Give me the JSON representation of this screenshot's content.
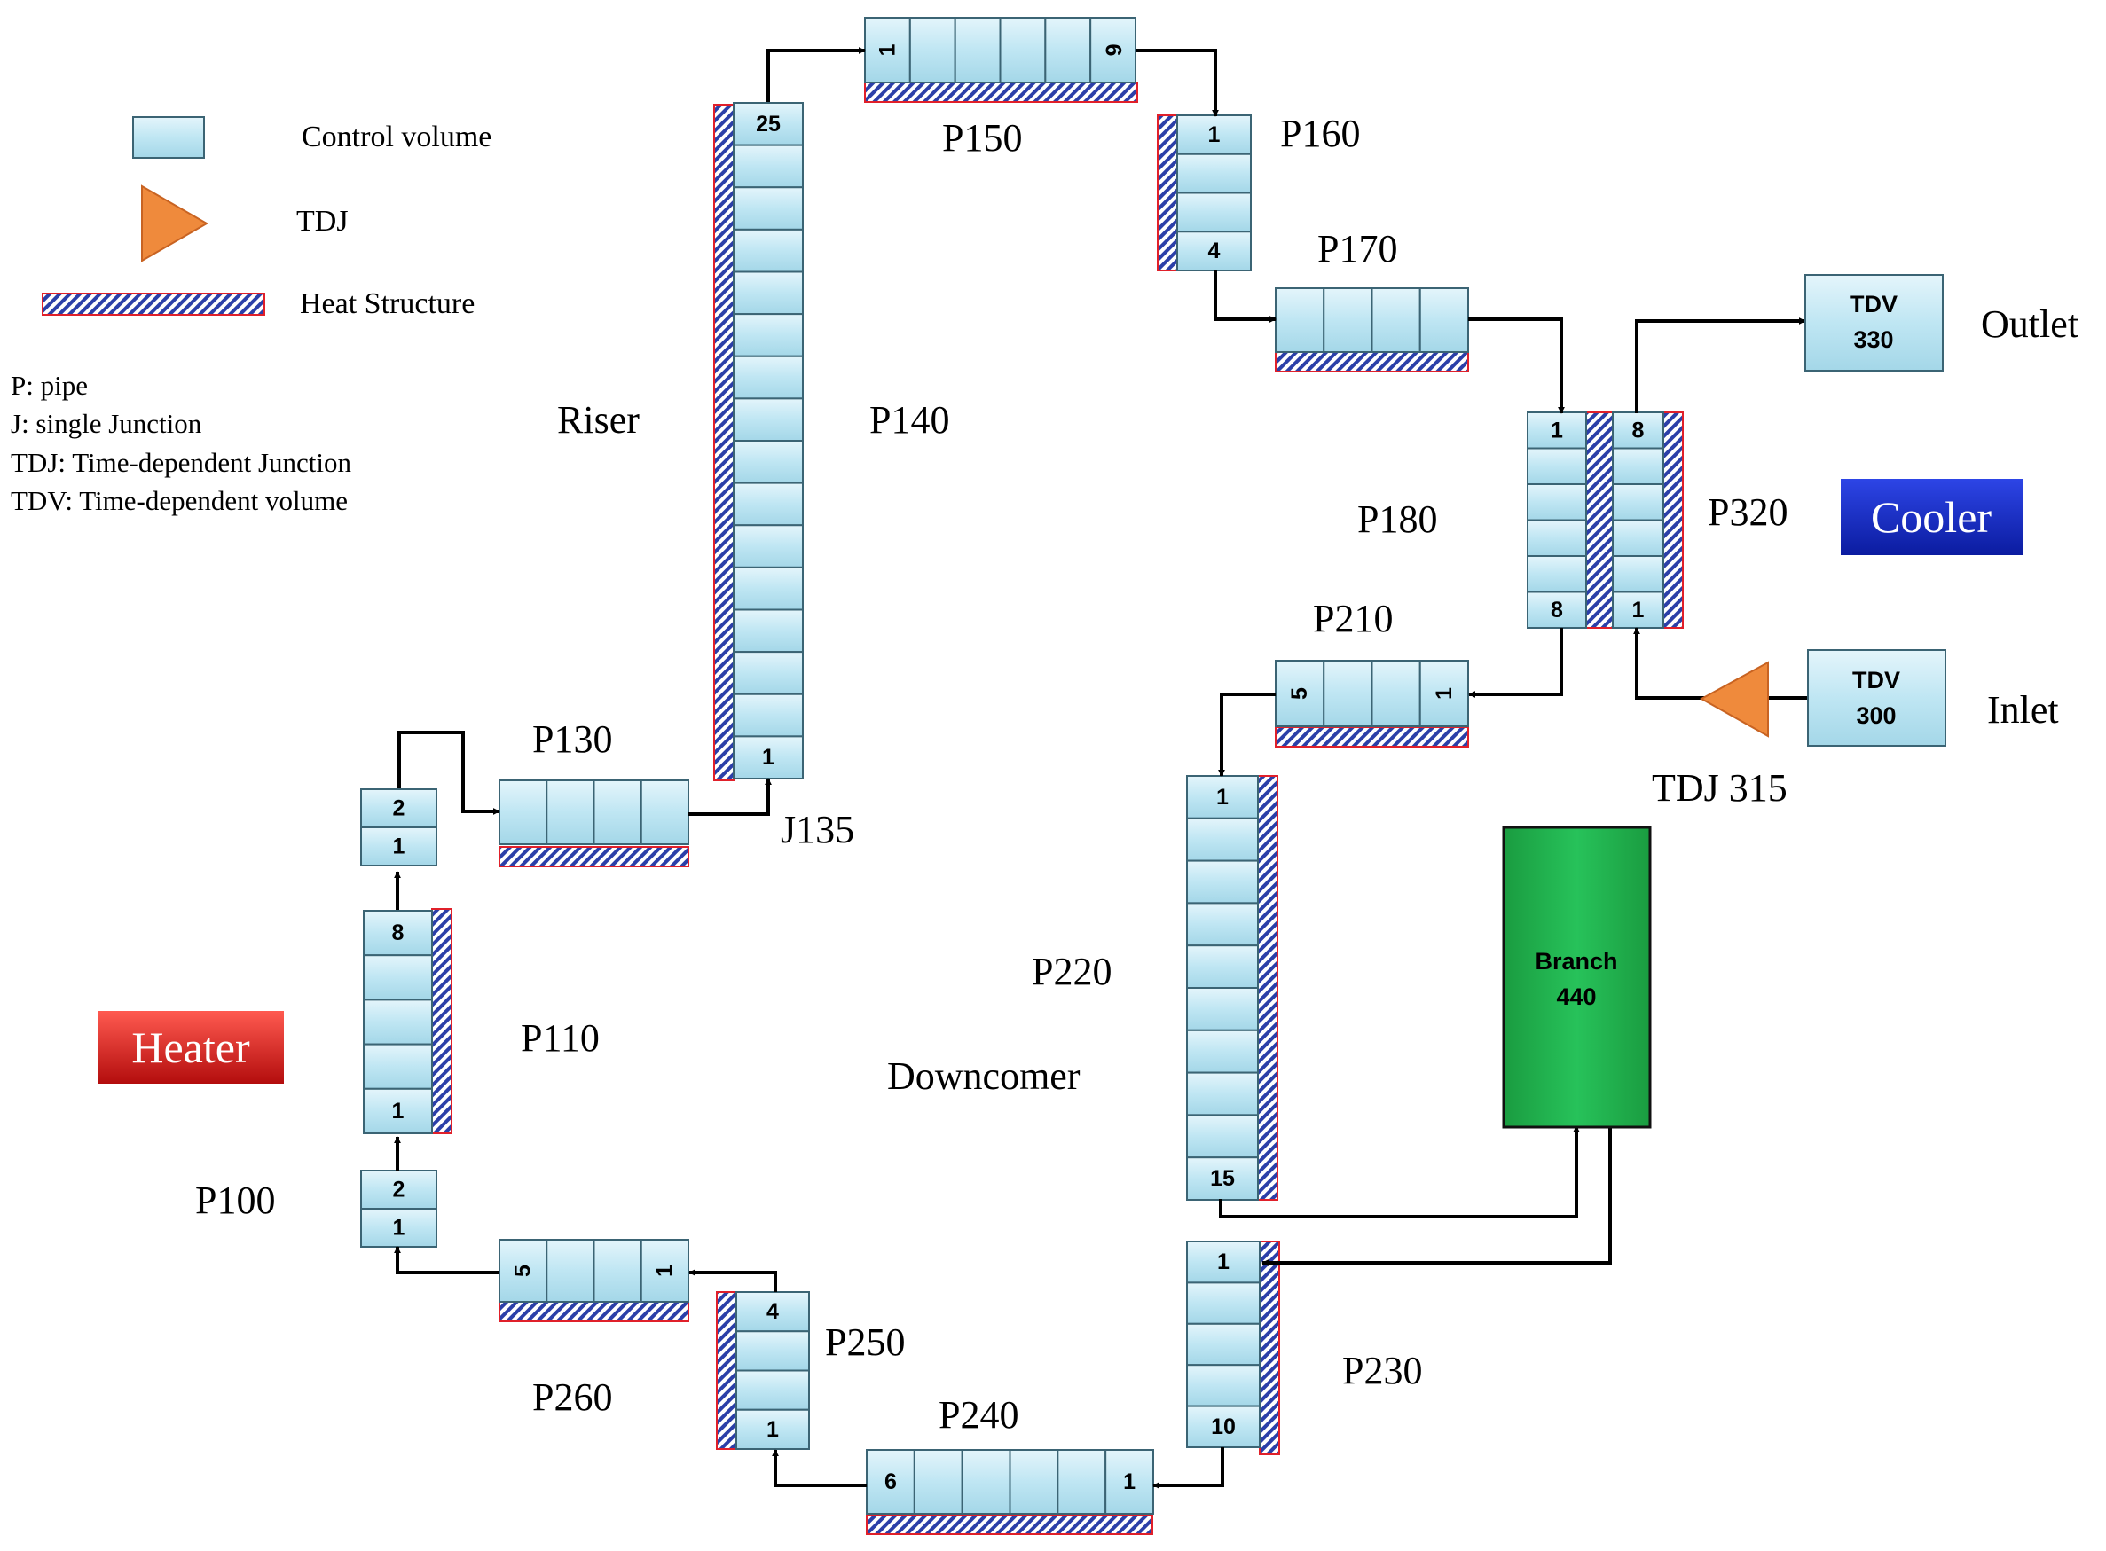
{
  "legend": {
    "control_volume": "Control volume",
    "tdj": "TDJ",
    "heat_structure": "Heat Structure"
  },
  "abbreviations": [
    "P: pipe",
    "J: single Junction",
    "TDJ: Time-dependent Junction",
    "TDV: Time-dependent volume"
  ],
  "labels": {
    "riser": "Riser",
    "downcomer": "Downcomer",
    "outlet": "Outlet",
    "inlet": "Inlet",
    "j135": "J135",
    "tdj315": "TDJ 315"
  },
  "components": {
    "p100": {
      "name": "P100",
      "cells": [
        "2",
        "1"
      ]
    },
    "p110": {
      "name": "P110",
      "cells": [
        "8",
        "1"
      ]
    },
    "p120": {
      "cells": [
        "2",
        "1"
      ]
    },
    "p130": {
      "name": "P130"
    },
    "p140": {
      "name": "P140",
      "cells": [
        "25",
        "1"
      ]
    },
    "p150": {
      "name": "P150",
      "cells": [
        "1",
        "6"
      ]
    },
    "p160": {
      "name": "P160",
      "cells": [
        "1",
        "4"
      ]
    },
    "p170": {
      "name": "P170"
    },
    "p180": {
      "name": "P180",
      "cells": [
        "1",
        "8"
      ]
    },
    "p320": {
      "name": "P320",
      "cells": [
        "8",
        "1"
      ]
    },
    "p210": {
      "name": "P210",
      "cells": [
        "5",
        "1"
      ]
    },
    "p220": {
      "name": "P220",
      "cells": [
        "1",
        "15"
      ]
    },
    "p230": {
      "name": "P230",
      "cells": [
        "1",
        "10"
      ]
    },
    "p240": {
      "name": "P240",
      "cells": [
        "6",
        "1"
      ]
    },
    "p250": {
      "name": "P250",
      "cells": [
        "4",
        "1"
      ]
    },
    "p260": {
      "name": "P260",
      "cells": [
        "5",
        "1"
      ]
    },
    "tdv330": {
      "line1": "TDV",
      "line2": "330"
    },
    "tdv300": {
      "line1": "TDV",
      "line2": "300"
    },
    "branch440": {
      "line1": "Branch",
      "line2": "440"
    }
  },
  "tags": {
    "heater": "Heater",
    "cooler": "Cooler"
  },
  "colors": {
    "cell_fill": "#bfe6f3",
    "cell_border": "#3b6474",
    "heat_structure_hatch": "#2b3fa8",
    "heat_structure_border": "#e0202a",
    "tdj": "#ef8a3c",
    "heater": "#d81d1d",
    "cooler": "#1f2fc8",
    "branch": "#21b24e"
  }
}
